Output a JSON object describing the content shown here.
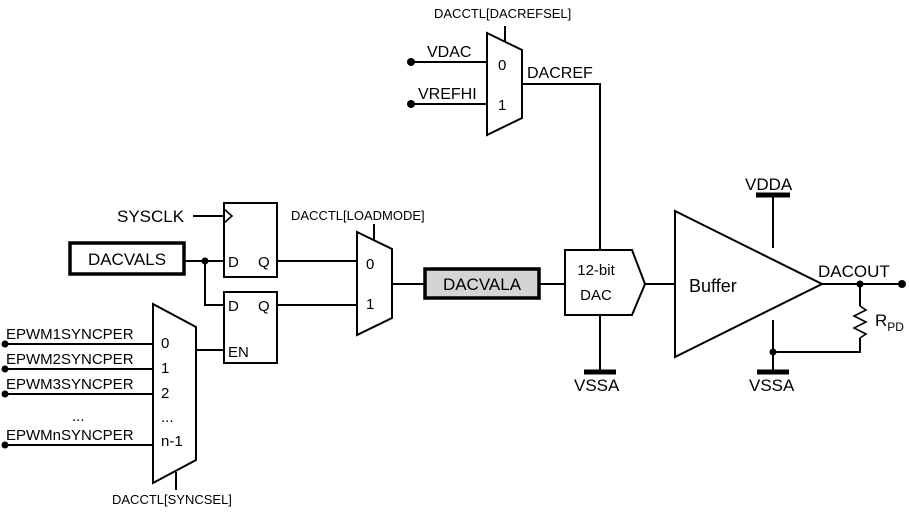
{
  "signals": {
    "vdac": "VDAC",
    "vrefhi": "VREFHI",
    "dacrefsel": "DACCTL[DACREFSEL]",
    "dacref": "DACREF",
    "sysclk": "SYSCLK",
    "dacvals": "DACVALS",
    "loadmode": "DACCTL[LOADMODE]",
    "dacvala": "DACVALA",
    "vdda": "VDDA",
    "vssa_dac": "VSSA",
    "vssa_buffer": "VSSA",
    "dacout": "DACOUT",
    "rpd_main": "R",
    "rpd_sub": "PD",
    "syncsel": "DACCTL[SYNCSEL]"
  },
  "ref_mux": {
    "in0": "0",
    "in1": "1"
  },
  "load_mux": {
    "in0": "0",
    "in1": "1"
  },
  "flipflop_top": {
    "d": "D",
    "q": "Q"
  },
  "flipflop_bottom": {
    "d": "D",
    "q": "Q",
    "en": "EN"
  },
  "dac_block": {
    "line1": "12-bit",
    "line2": "DAC"
  },
  "buffer": {
    "label": "Buffer"
  },
  "sync_mux": {
    "inputs": [
      {
        "signal": "EPWM1SYNCPER",
        "index": "0"
      },
      {
        "signal": "EPWM2SYNCPER",
        "index": "1"
      },
      {
        "signal": "EPWM3SYNCPER",
        "index": "2"
      },
      {
        "signal": "...",
        "index": "..."
      },
      {
        "signal": "EPWMnSYNCPER",
        "index": "n-1"
      }
    ]
  }
}
